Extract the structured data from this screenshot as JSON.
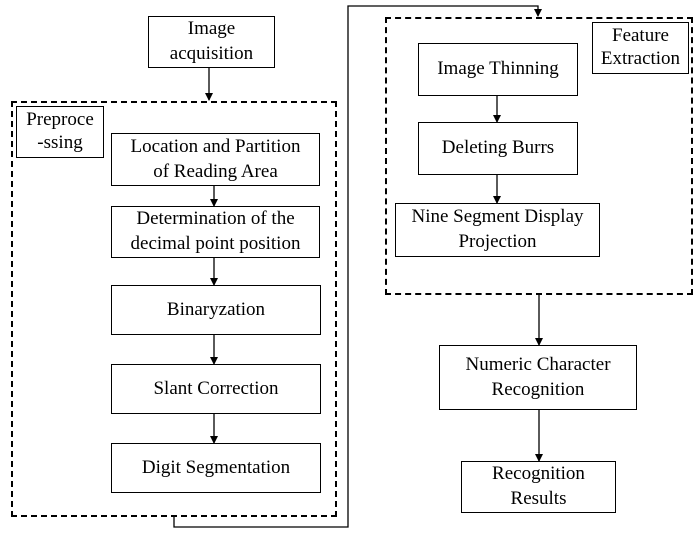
{
  "diagram": {
    "nodes": {
      "image_acquisition": "Image\nacquisition",
      "location_partition": "Location and Partition\nof Reading Area",
      "decimal_point": "Determination of the\ndecimal point position",
      "binaryzation": "Binaryzation",
      "slant_correction": "Slant Correction",
      "digit_segmentation": "Digit Segmentation",
      "image_thinning": "Image Thinning",
      "deleting_burrs": "Deleting Burrs",
      "nine_segment": "Nine Segment Display\nProjection",
      "numeric_recognition": "Numeric Character\nRecognition",
      "recognition_results": "Recognition\nResults"
    },
    "groups": {
      "preprocessing": "Preproce\n-ssing",
      "feature_extraction": "Feature\nExtraction"
    },
    "colors": {
      "stroke": "#000000",
      "background": "#ffffff"
    }
  }
}
